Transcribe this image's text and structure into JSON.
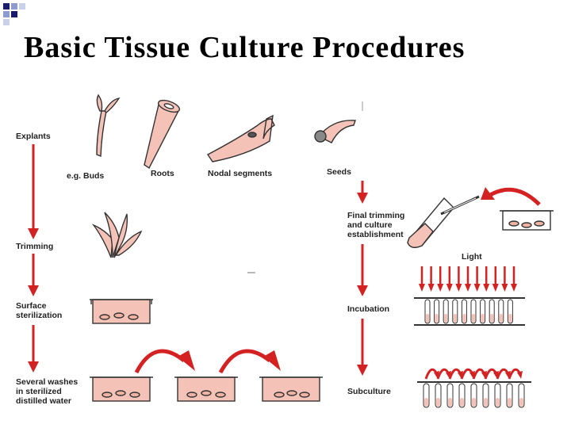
{
  "title": "Basic Tissue Culture Procedures",
  "steps": {
    "explants": "Explants",
    "trimming": "Trimming",
    "surface_sterilization": "Surface\nsterilization",
    "washes": "Several washes\nin sterilized\ndistilled water",
    "final_trimming": "Final trimming\nand culture\nestablishment",
    "incubation": "Incubation",
    "subculture": "Subculture"
  },
  "explant_types": {
    "buds": "e.g. Buds",
    "roots": "Roots",
    "nodal": "Nodal segments",
    "seeds": "Seeds"
  },
  "light_label": "Light",
  "colors": {
    "arrow": "#d42222",
    "tissue": "#f5c2b8",
    "outline": "#333333",
    "medium": "#f0b3a4"
  }
}
